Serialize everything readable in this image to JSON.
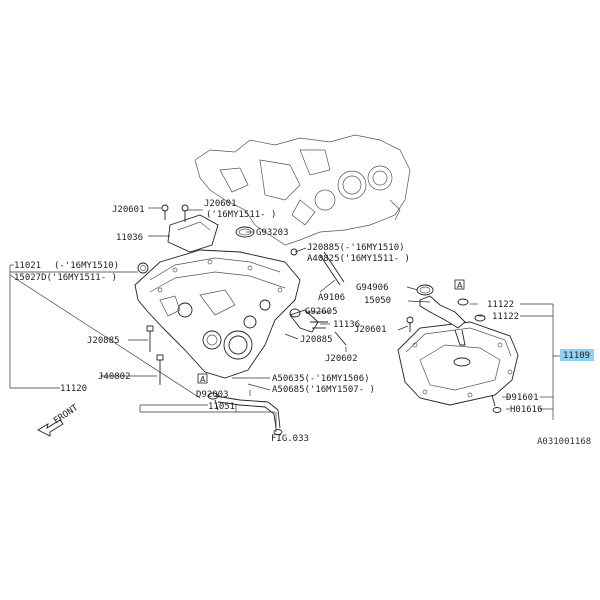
{
  "diagram_code": "A031001168",
  "front_label": "FRONT",
  "section_marker": "A",
  "labels": {
    "J20601_a": "J20601",
    "J20601_b": "J20601",
    "J20601_b_note": "('16MY1511- )",
    "11036": "11036",
    "G93203": "G93203",
    "J20885_a": "J20885(-'16MY1510)",
    "A40825": "A40825('16MY1511- )",
    "11021": "11021",
    "11021_note": "(-'16MY1510)",
    "15027D": "15027D('16MY1511- )",
    "A9106": "A9106",
    "G94906": "G94906",
    "15050": "15050",
    "11122_a": "11122",
    "11122_b": "11122",
    "G92605": "G92605",
    "11136": "11136",
    "J20601_c": "J20601",
    "J20885_b": "J20885",
    "J20885_c": "J20885",
    "J20602": "J20602",
    "11109": "11109",
    "11120": "11120",
    "J40802": "J40802",
    "A50635": "A50635(-'16MY1506)",
    "A50685": "A50685('16MY1507- )",
    "D92003": "D92003",
    "11051": "11051",
    "D91601": "D91601",
    "H01616": "H01616",
    "FIG033": "FIG.033"
  }
}
